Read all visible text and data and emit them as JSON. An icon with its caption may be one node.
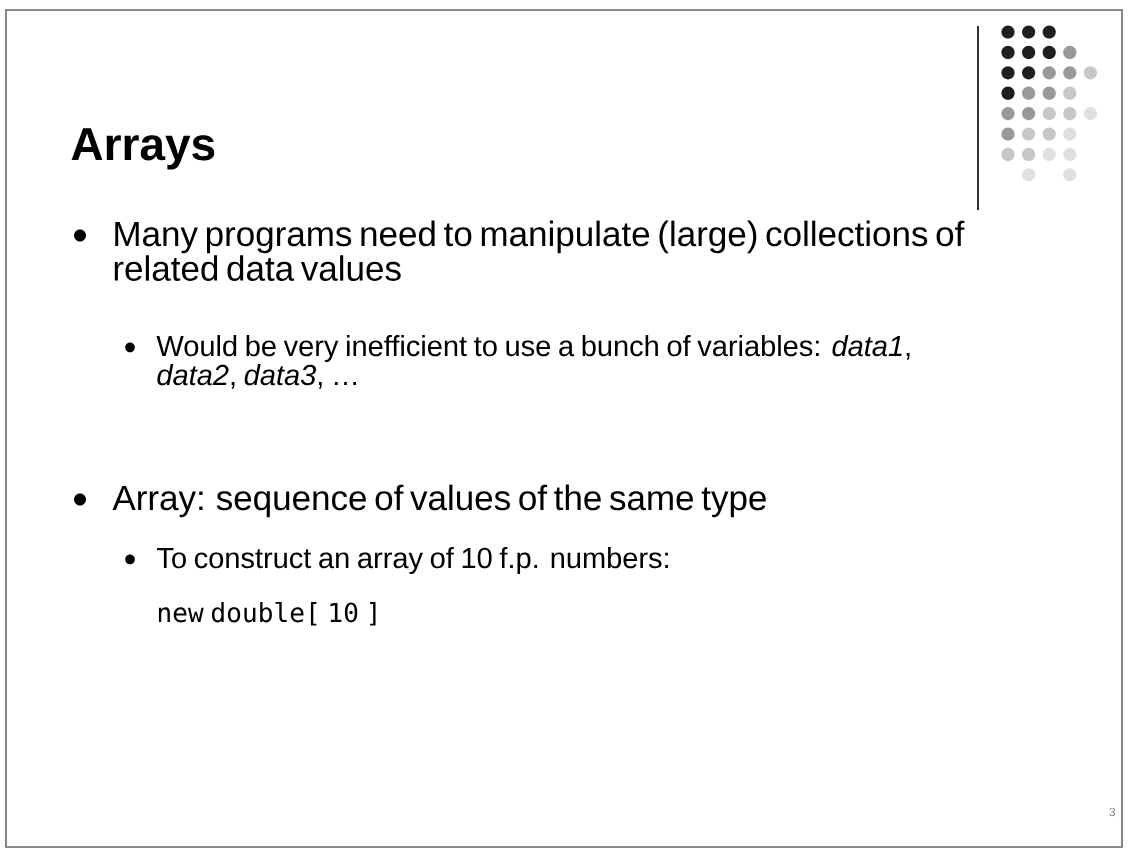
{
  "diagram": {
    "title": "Arrays",
    "labels": [
      "Many programs need to manipulate (large) collections of related data values",
      "Would be very inefficient to use a bunch of variables: *data1*, *data2*, *data3*, …",
      "Array: sequence of values of the same type",
      "To construct an array of 10 f.p. numbers:",
      "new double[ 10 ]",
      "3"
    ]
  }
}
